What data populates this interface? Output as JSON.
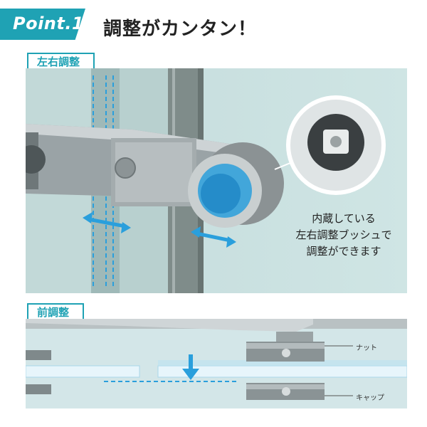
{
  "header": {
    "badge": "Point.1",
    "headline": "調整がカンタン！"
  },
  "section1": {
    "tag": "左右調整",
    "callout": [
      "内蔵している",
      "左右調整ブッシュで",
      "調整ができます"
    ]
  },
  "section2": {
    "tag": "前調整",
    "label_nut": "ナット",
    "label_cap": "キャップ"
  },
  "colors": {
    "accent": "#1fa2b4",
    "arrow": "#2a9fdc"
  }
}
